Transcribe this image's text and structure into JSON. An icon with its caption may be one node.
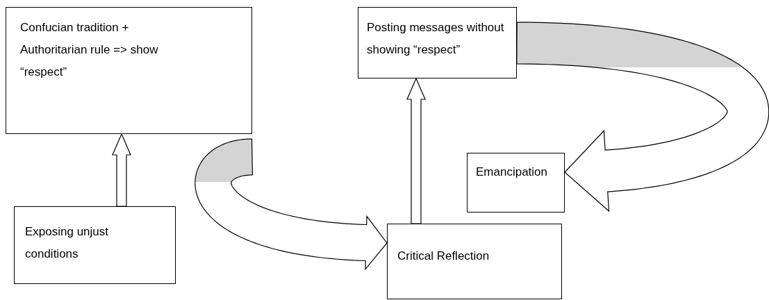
{
  "diagram": {
    "nodes": [
      {
        "text": [
          "Confucian tradition + Authoritarian rule => show “respect”"
        ]
      },
      {
        "text": [
          "Posting messages without showing “respect”"
        ]
      },
      {
        "text": [
          "Emancipation"
        ]
      },
      {
        "text": [
          "Exposing unjust conditions"
        ]
      },
      {
        "text": [
          "Critical Reflection"
        ]
      }
    ],
    "edges": [
      {
        "from": 3,
        "to": 0,
        "arrow": "to"
      },
      {
        "from": 0,
        "to": 4,
        "arrow": "to"
      },
      {
        "from": 4,
        "to": 1,
        "arrow": "to"
      },
      {
        "from": 1,
        "to": 2,
        "arrow": "to"
      }
    ]
  }
}
